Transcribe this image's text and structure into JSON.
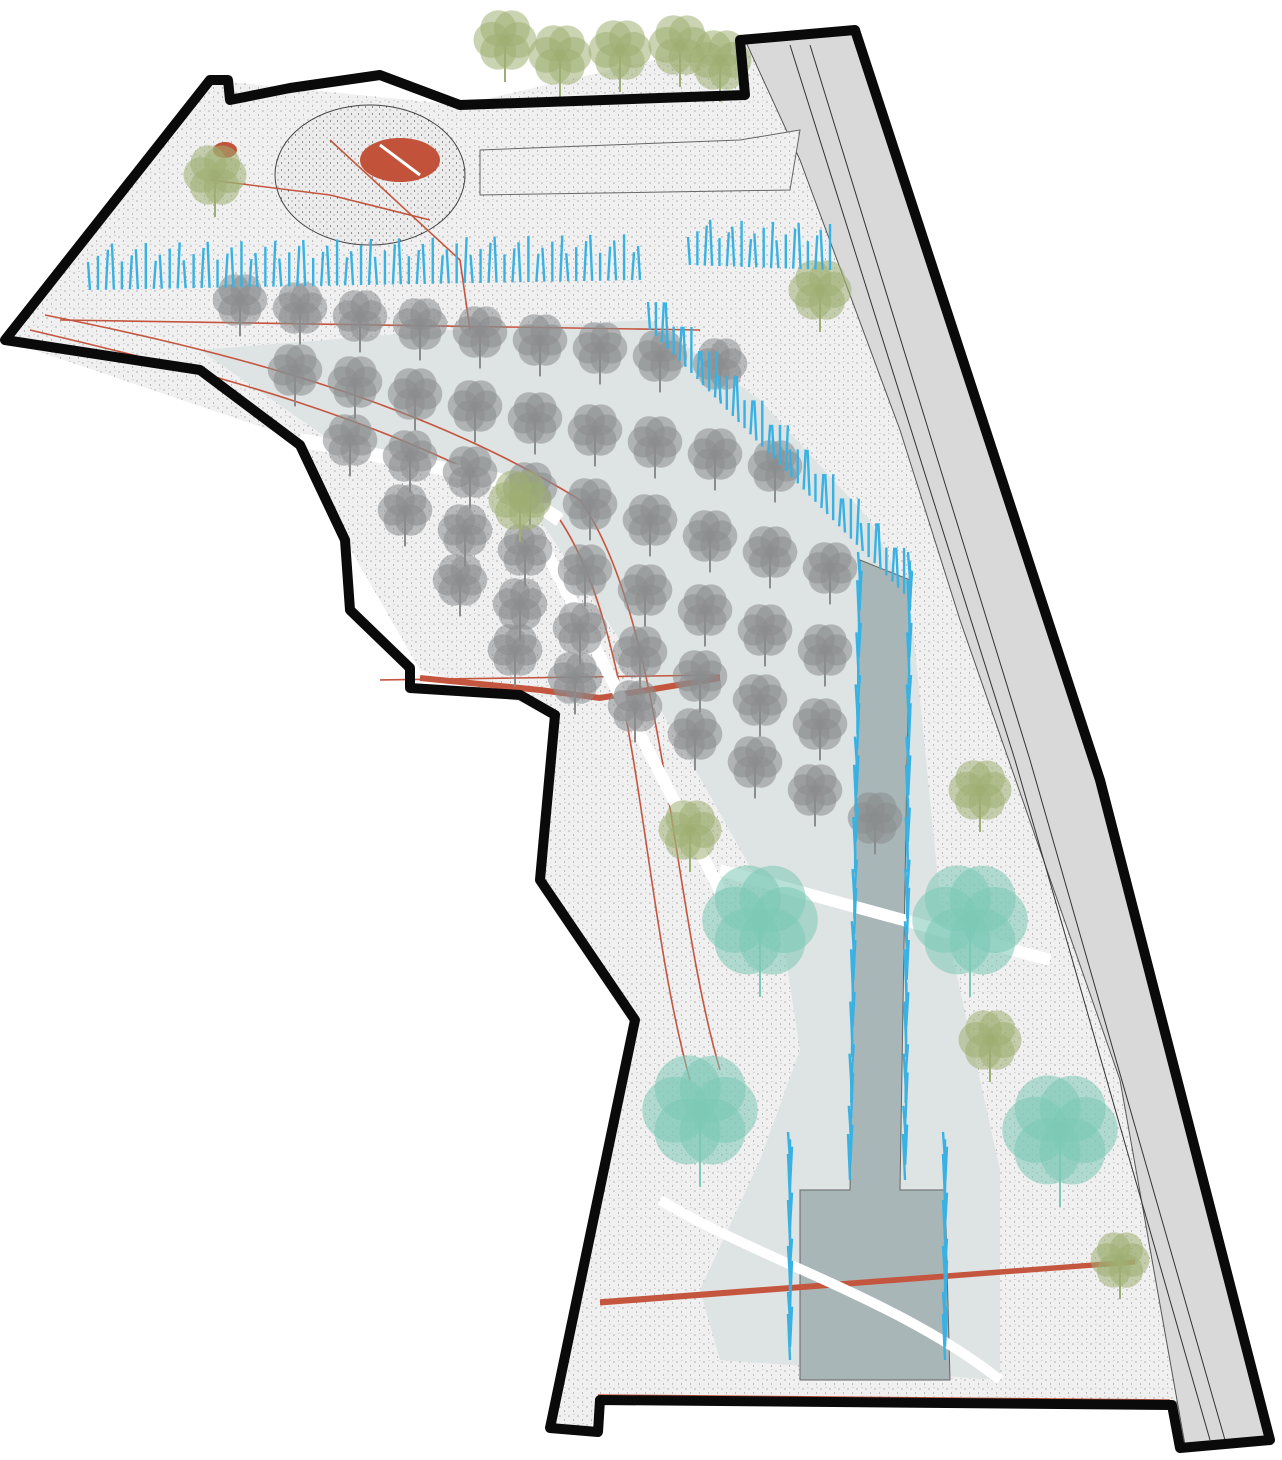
{
  "map": {
    "style": "illustrative landscape site plan",
    "labels": [],
    "colors": {
      "boundary": "#0a0a0a",
      "ground": "#f1f1f1",
      "lawn_stipple": "#e9e9e9",
      "plaza": "#dfe3e3",
      "water_channel": "#a9b6b8",
      "road": "#d8d8d8",
      "path_edge": "#c4563f",
      "accent_feature": "#c2533a",
      "grey_tree": "#8a8c8e",
      "green_tree": "#9fae73",
      "teal_tree": "#7cc9b6",
      "reed": "#39b2e3"
    },
    "features": [
      "site-boundary",
      "highway-corridor",
      "circular-plaza",
      "red-oval-feature",
      "diagonal-tree-grove",
      "blue-reed-planting",
      "water-channel",
      "red-promenade-lines",
      "willow-trees",
      "conifer-trees",
      "footbridge"
    ],
    "icons": [
      "grey-tree-icon",
      "green-tree-icon",
      "teal-tree-icon",
      "conifer-icon",
      "reed-icon"
    ]
  }
}
